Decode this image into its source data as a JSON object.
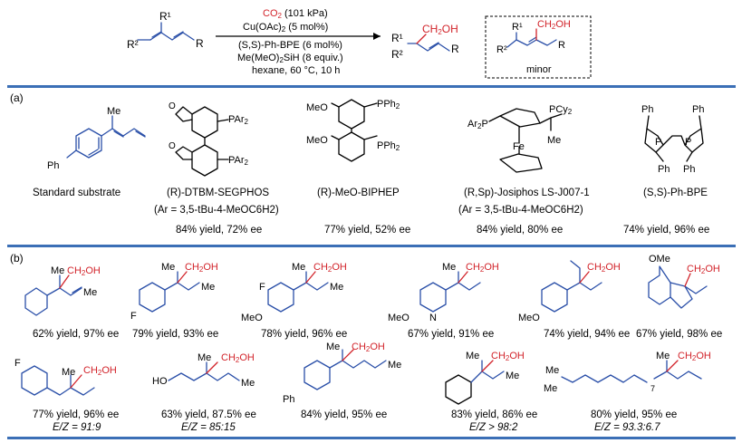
{
  "scheme": {
    "co2": "CO2 (101 kPa)",
    "catalyst": "Cu(OAc)2 (5 mol%)",
    "ligand": "(S,S)-Ph-BPE (6 mol%)",
    "silane": "Me(MeO)2SiH (8 equiv.)",
    "conditions": "hexane, 60 °C, 10 h",
    "minor_label": "minor",
    "r1": "R1",
    "r2": "R2",
    "r": "R",
    "ch2oh": "CH2OH"
  },
  "section_a": {
    "label": "(a)",
    "items": [
      {
        "name": "Standard substrate",
        "sub": "",
        "result": ""
      },
      {
        "name": "(R)-DTBM-SEGPHOS",
        "sub": "(Ar = 3,5-tBu-4-MeOC6H2)",
        "result": "84% yield, 72% ee"
      },
      {
        "name": "(R)-MeO-BIPHEP",
        "sub": "",
        "result": "77% yield, 52% ee"
      },
      {
        "name": "(R,Sp)-Josiphos LS-J007-1",
        "sub": "(Ar = 3,5-tBu-4-MeOC6H2)",
        "result": "84% yield, 80% ee"
      },
      {
        "name": "(S,S)-Ph-BPE",
        "sub": "",
        "result": "74% yield, 96% ee"
      }
    ]
  },
  "section_b": {
    "label": "(b)",
    "row1": [
      {
        "result": "62% yield, 97% ee"
      },
      {
        "result": "79% yield, 93% ee"
      },
      {
        "result": "78% yield, 96% ee"
      },
      {
        "result": "67% yield, 91% ee"
      },
      {
        "result": "74% yield, 94% ee"
      },
      {
        "result": "67% yield, 98% ee"
      }
    ],
    "row2": [
      {
        "result": "77% yield, 96% ee",
        "ez": "E/Z = 91:9"
      },
      {
        "result": "63% yield, 87.5% ee",
        "ez": "E/Z = 85:15"
      },
      {
        "result": "84% yield, 95% ee",
        "ez": ""
      },
      {
        "result": "83% yield, 86% ee",
        "ez": "E/Z > 98:2"
      },
      {
        "result": "80% yield, 95% ee",
        "ez": "E/Z = 93.3:6.7"
      }
    ]
  },
  "colors": {
    "blue": "#2a4fa8",
    "red": "#d2232a",
    "rule": "#3b6fb6"
  }
}
